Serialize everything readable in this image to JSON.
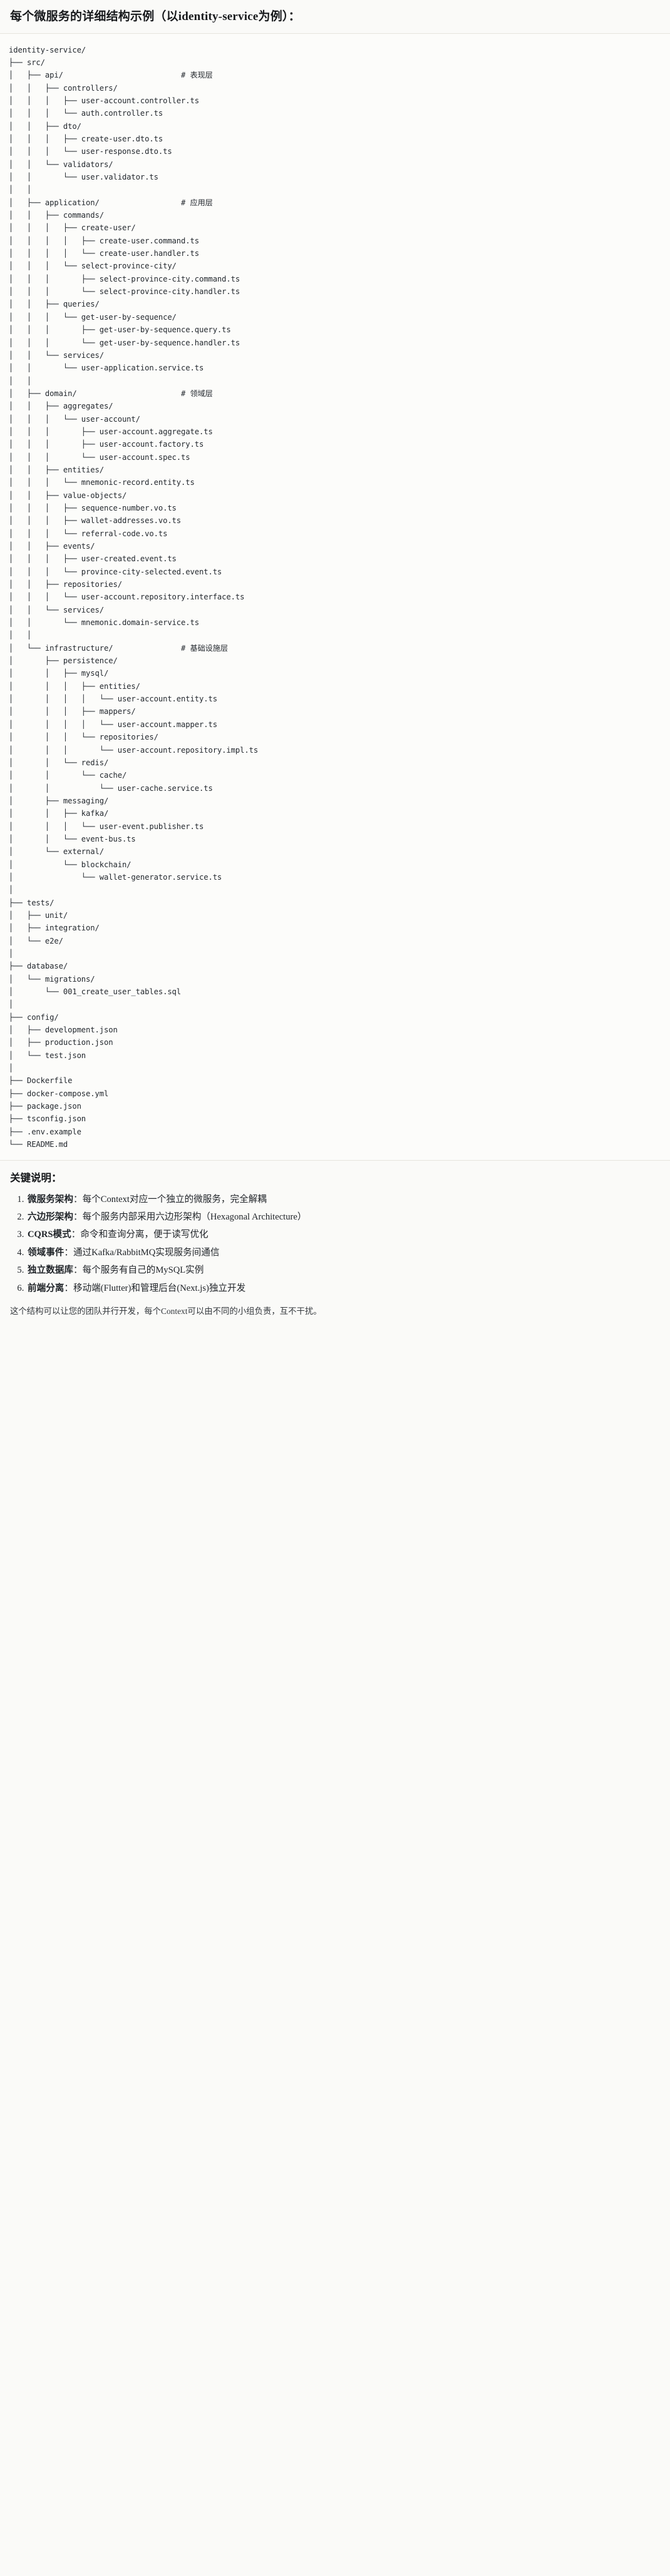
{
  "heading": "每个微服务的详细结构示例（以identity-service为例）：",
  "tree": {
    "lines": [
      "identity-service/",
      "├── src/",
      "│   ├── api/                          # 表现层",
      "│   │   ├── controllers/",
      "│   │   │   ├── user-account.controller.ts",
      "│   │   │   └── auth.controller.ts",
      "│   │   ├── dto/",
      "│   │   │   ├── create-user.dto.ts",
      "│   │   │   └── user-response.dto.ts",
      "│   │   └── validators/",
      "│   │       └── user.validator.ts",
      "│   │",
      "│   ├── application/                  # 应用层",
      "│   │   ├── commands/",
      "│   │   │   ├── create-user/",
      "│   │   │   │   ├── create-user.command.ts",
      "│   │   │   │   └── create-user.handler.ts",
      "│   │   │   └── select-province-city/",
      "│   │   │       ├── select-province-city.command.ts",
      "│   │   │       └── select-province-city.handler.ts",
      "│   │   ├── queries/",
      "│   │   │   └── get-user-by-sequence/",
      "│   │   │       ├── get-user-by-sequence.query.ts",
      "│   │   │       └── get-user-by-sequence.handler.ts",
      "│   │   └── services/",
      "│   │       └── user-application.service.ts",
      "│   │",
      "│   ├── domain/                       # 领域层",
      "│   │   ├── aggregates/",
      "│   │   │   └── user-account/",
      "│   │   │       ├── user-account.aggregate.ts",
      "│   │   │       ├── user-account.factory.ts",
      "│   │   │       └── user-account.spec.ts",
      "│   │   ├── entities/",
      "│   │   │   └── mnemonic-record.entity.ts",
      "│   │   ├── value-objects/",
      "│   │   │   ├── sequence-number.vo.ts",
      "│   │   │   ├── wallet-addresses.vo.ts",
      "│   │   │   └── referral-code.vo.ts",
      "│   │   ├── events/",
      "│   │   │   ├── user-created.event.ts",
      "│   │   │   └── province-city-selected.event.ts",
      "│   │   ├── repositories/",
      "│   │   │   └── user-account.repository.interface.ts",
      "│   │   └── services/",
      "│   │       └── mnemonic.domain-service.ts",
      "│   │",
      "│   └── infrastructure/               # 基础设施层",
      "│       ├── persistence/",
      "│       │   ├── mysql/",
      "│       │   │   ├── entities/",
      "│       │   │   │   └── user-account.entity.ts",
      "│       │   │   ├── mappers/",
      "│       │   │   │   └── user-account.mapper.ts",
      "│       │   │   └── repositories/",
      "│       │   │       └── user-account.repository.impl.ts",
      "│       │   └── redis/",
      "│       │       └── cache/",
      "│       │           └── user-cache.service.ts",
      "│       ├── messaging/",
      "│       │   ├── kafka/",
      "│       │   │   └── user-event.publisher.ts",
      "│       │   └── event-bus.ts",
      "│       └── external/",
      "│           └── blockchain/",
      "│               └── wallet-generator.service.ts",
      "│",
      "├── tests/",
      "│   ├── unit/",
      "│   ├── integration/",
      "│   └── e2e/",
      "│",
      "├── database/",
      "│   └── migrations/",
      "│       └── 001_create_user_tables.sql",
      "│",
      "├── config/",
      "│   ├── development.json",
      "│   ├── production.json",
      "│   └── test.json",
      "│",
      "├── Dockerfile",
      "├── docker-compose.yml",
      "├── package.json",
      "├── tsconfig.json",
      "├── .env.example",
      "└── README.md"
    ]
  },
  "notes": {
    "title": "关键说明：",
    "items": [
      {
        "term": "微服务架构",
        "sep": "：",
        "text": "每个Context对应一个独立的微服务，完全解耦"
      },
      {
        "term": "六边形架构",
        "sep": "：",
        "text": "每个服务内部采用六边形架构（Hexagonal Architecture）"
      },
      {
        "term": "CQRS模式",
        "sep": "：",
        "text": "命令和查询分离，便于读写优化"
      },
      {
        "term": "领域事件",
        "sep": "：",
        "text": "通过Kafka/RabbitMQ实现服务间通信"
      },
      {
        "term": "独立数据库",
        "sep": "：",
        "text": "每个服务有自己的MySQL实例"
      },
      {
        "term": "前端分离",
        "sep": "：",
        "text": "移动端(Flutter)和管理后台(Next.js)独立开发"
      }
    ],
    "closing": "这个结构可以让您的团队并行开发，每个Context可以由不同的小组负责，互不干扰。"
  }
}
